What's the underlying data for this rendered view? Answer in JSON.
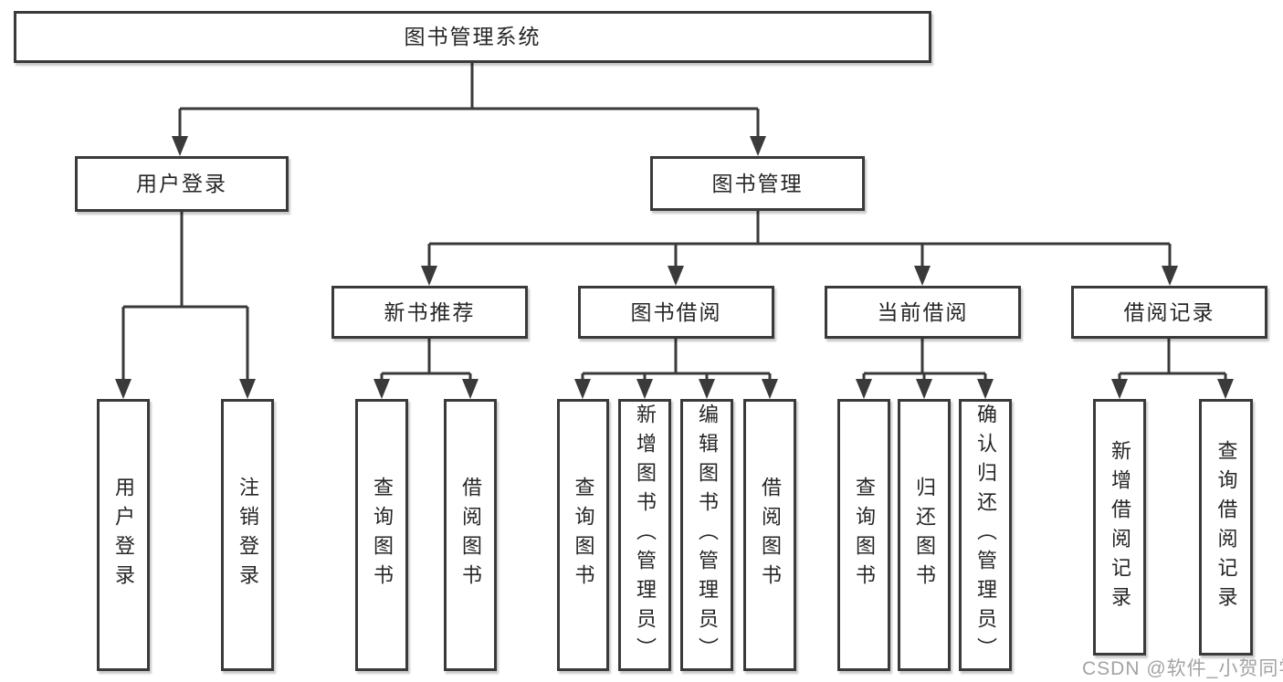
{
  "colors": {
    "background": "#ffffff",
    "line": "#3a3a3a",
    "box_border": "#3a3a3a",
    "box_fill": "#ffffff",
    "text": "#262626",
    "watermark": "#a3a3a3"
  },
  "tree": {
    "root": {
      "label": "图书管理系统"
    },
    "level2": [
      {
        "label": "用户登录",
        "children": [
          {
            "label": "用户登录"
          },
          {
            "label": "注销登录"
          }
        ]
      },
      {
        "label": "图书管理",
        "children": [
          {
            "label": "新书推荐",
            "children": [
              {
                "label": "查询图书"
              },
              {
                "label": "借阅图书"
              }
            ]
          },
          {
            "label": "图书借阅",
            "children": [
              {
                "label": "查询图书"
              },
              {
                "label": "新增图书（管理员）"
              },
              {
                "label": "编辑图书（管理员）"
              },
              {
                "label": "借阅图书"
              }
            ]
          },
          {
            "label": "当前借阅",
            "children": [
              {
                "label": "查询图书"
              },
              {
                "label": "归还图书"
              },
              {
                "label": "确认归还（管理员）"
              }
            ]
          },
          {
            "label": "借阅记录",
            "children": [
              {
                "label": "新增借阅记录"
              },
              {
                "label": "查询借阅记录"
              }
            ]
          }
        ]
      }
    ]
  },
  "watermark": {
    "text": "CSDN @软件_小贺同学"
  }
}
